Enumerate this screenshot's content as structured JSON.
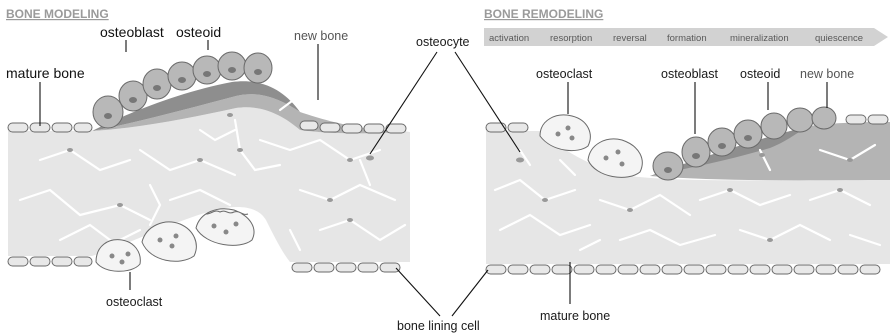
{
  "headings": {
    "modeling": "BONE MODELING",
    "remodeling": "BONE REMODELING"
  },
  "stages": [
    "activation",
    "resorption",
    "reversal",
    "formation",
    "mineralization",
    "quiescence"
  ],
  "labels": {
    "osteoblast_left": "osteoblast",
    "osteoid_left": "osteoid",
    "new_bone_left": "new bone",
    "mature_bone_left": "mature bone",
    "osteocyte": "osteocyte",
    "osteoclast_right": "osteoclast",
    "osteoblast_right": "osteoblast",
    "osteoid_right": "osteoid",
    "new_bone_right": "new bone",
    "osteoclast_left": "osteoclast",
    "bone_lining_cell": "bone lining cell",
    "mature_bone_right": "mature bone"
  },
  "colors": {
    "bone": "#e6e6e6",
    "osteocyte_network": "#ffffff",
    "osteoid": "#8e8e8e",
    "new_bone": "#b4b4b4",
    "osteoblast": "#b8b8b8",
    "cell_outline": "#6a6a6a",
    "stage_arrow": "#d2d2d2"
  }
}
